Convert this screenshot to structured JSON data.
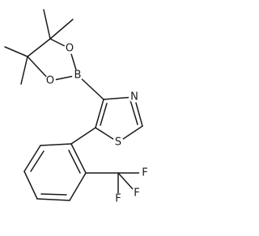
{
  "atoms": {
    "O1": "O",
    "O2": "O",
    "B": "B",
    "N": "N",
    "S": "S",
    "F1": "F",
    "F2": "F",
    "F3": "F"
  }
}
